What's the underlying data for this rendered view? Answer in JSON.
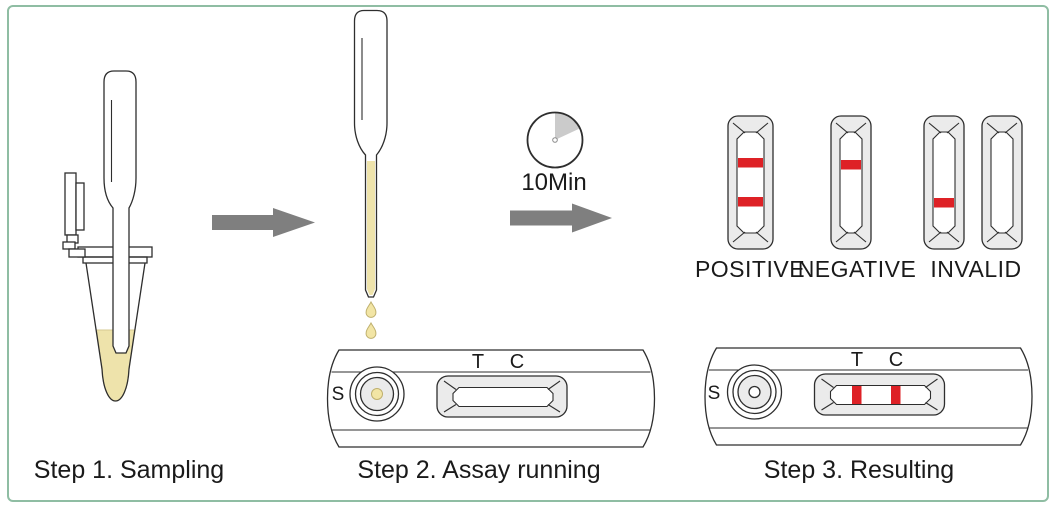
{
  "steps": [
    {
      "label": "Step 1. Sampling"
    },
    {
      "label": "Step 2. Assay running"
    },
    {
      "label": "Step 3. Resulting"
    }
  ],
  "timer": {
    "label": "10Min"
  },
  "cassette_labels": {
    "sample_well": "S",
    "test_line": "T",
    "control_line": "C"
  },
  "result_labels": {
    "positive": "POSITIVE",
    "negative": "NEGATIVE",
    "invalid": "INVALID"
  },
  "result_strips": [
    {
      "result": "POSITIVE",
      "red_lines": 2,
      "line_positions": [
        "upper",
        "lower"
      ]
    },
    {
      "result": "NEGATIVE",
      "red_lines": 1,
      "line_positions": [
        "upper"
      ]
    },
    {
      "result": "INVALID",
      "red_lines": 1,
      "line_positions": [
        "lower"
      ]
    },
    {
      "result": "INVALID",
      "red_lines": 0,
      "line_positions": []
    }
  ],
  "colors": {
    "border": "#8fbda3",
    "outline": "#2e2e2e",
    "panel": "#ebebeb",
    "fluid": "#eee3ab",
    "fluid_edge": "#d6c990",
    "drop": "#f2e5a5",
    "drop_edge": "#bfb06e",
    "red": "#de2126",
    "arrow": "#7f7f7f",
    "wedge": "#cbcbcb"
  }
}
